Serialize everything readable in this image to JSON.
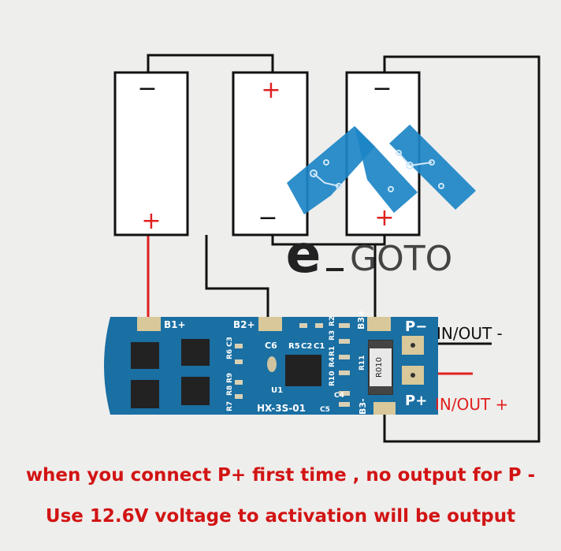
{
  "batteries": [
    {
      "top_sign": "−",
      "bottom_sign": "+"
    },
    {
      "top_sign": "+",
      "bottom_sign": "−"
    },
    {
      "top_sign": "−",
      "bottom_sign": "+"
    }
  ],
  "logo": {
    "letter": "e",
    "text": "GOTO"
  },
  "board": {
    "model": "HX-3S-01",
    "pad_b1": "B1+",
    "pad_b2": "B2+",
    "pad_b3": "B3+",
    "pad_b3_minus": "B3-",
    "pad_p_minus": "P−",
    "pad_p_plus": "P+",
    "resistor": "R010",
    "components": [
      "C6",
      "R6",
      "C3",
      "R8",
      "R9",
      "R7",
      "R5",
      "C2",
      "C1",
      "R3",
      "R2",
      "R4",
      "R1",
      "R10",
      "R11",
      "C4",
      "C5",
      "U1"
    ]
  },
  "labels": {
    "in_out_minus": "IN/OUT -",
    "in_out_plus": "IN/OUT +"
  },
  "captions": {
    "line1": "when you connect P+ first time , no output for P -",
    "line2": "Use 12.6V voltage to activation will be output"
  },
  "colors": {
    "wire": "#111111",
    "red_wire": "#e02020",
    "pcb": "#1a6fa3",
    "pad": "#d8c89a",
    "logo_blue": "#1c86c7",
    "caption": "#d21414"
  }
}
